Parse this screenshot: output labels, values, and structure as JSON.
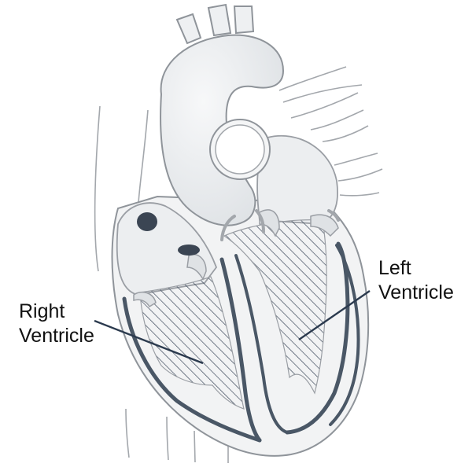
{
  "diagram": {
    "labels": {
      "right_ventricle": {
        "line1": "Right",
        "line2": "Ventricle"
      },
      "left_ventricle": {
        "line1": "Left",
        "line2": "Ventricle"
      }
    },
    "colors": {
      "outline": "#9a9ea4",
      "fill_light": "#eceef0",
      "fill_mid": "#dfe2e5",
      "muscle_band": "#4a5766",
      "hatch": "#3e4a5c",
      "leader_line": "#2b3a4e",
      "dark_spot": "#3b4553"
    }
  }
}
